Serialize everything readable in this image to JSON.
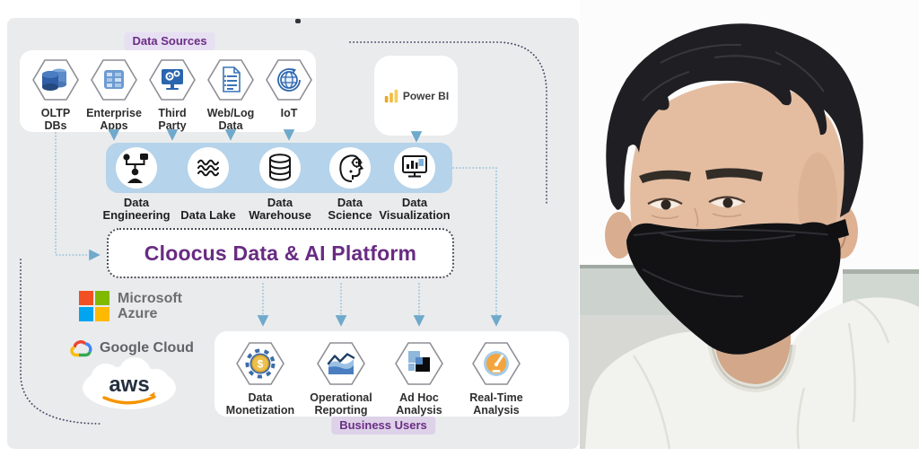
{
  "diagram": {
    "badges": {
      "data_sources": "Data Sources",
      "business_users": "Business Users"
    },
    "sources": [
      {
        "label": "OLTP\nDBs",
        "icon": "database-icon"
      },
      {
        "label": "Enterprise\nApps",
        "icon": "server-apps-icon"
      },
      {
        "label": "Third\nParty",
        "icon": "gears-monitor-icon"
      },
      {
        "label": "Web/Log\nData",
        "icon": "document-icon"
      },
      {
        "label": "IoT",
        "icon": "globe-icon"
      }
    ],
    "power_bi_label": "Power BI",
    "pipeline": [
      {
        "label": "Data\nEngineering",
        "icon": "data-engineering-icon"
      },
      {
        "label": "Data Lake",
        "icon": "waves-icon"
      },
      {
        "label": "Data\nWarehouse",
        "icon": "cylinder-icon"
      },
      {
        "label": "Data\nScience",
        "icon": "head-gear-icon"
      },
      {
        "label": "Data\nVisualization",
        "icon": "chart-monitor-icon"
      }
    ],
    "platform_title": "Cloocus Data & AI Platform",
    "cloud_providers": [
      {
        "name": "Microsoft Azure",
        "label": "Microsoft\nAzure"
      },
      {
        "name": "Google Cloud",
        "label": "Google Cloud"
      },
      {
        "name": "AWS",
        "label": "aws"
      }
    ],
    "destinations": [
      {
        "label": "Data\nMonetization",
        "icon": "dollar-gear-icon"
      },
      {
        "label": "Operational\nReporting",
        "icon": "area-chart-icon"
      },
      {
        "label": "Ad Hoc\nAnalysis",
        "icon": "squares-icon"
      },
      {
        "label": "Real-Time\nAnalysis",
        "icon": "gauge-icon"
      }
    ],
    "colors": {
      "accent_purple": "#6b2d85",
      "badge_bg": "#e7dff2",
      "band_blue": "#b5d3ea",
      "connector_blue": "#8fc0dc",
      "connector_purple": "#4e4565"
    }
  },
  "photo": {
    "alt": "Man with short black hair wearing a black face mask and white t-shirt"
  }
}
